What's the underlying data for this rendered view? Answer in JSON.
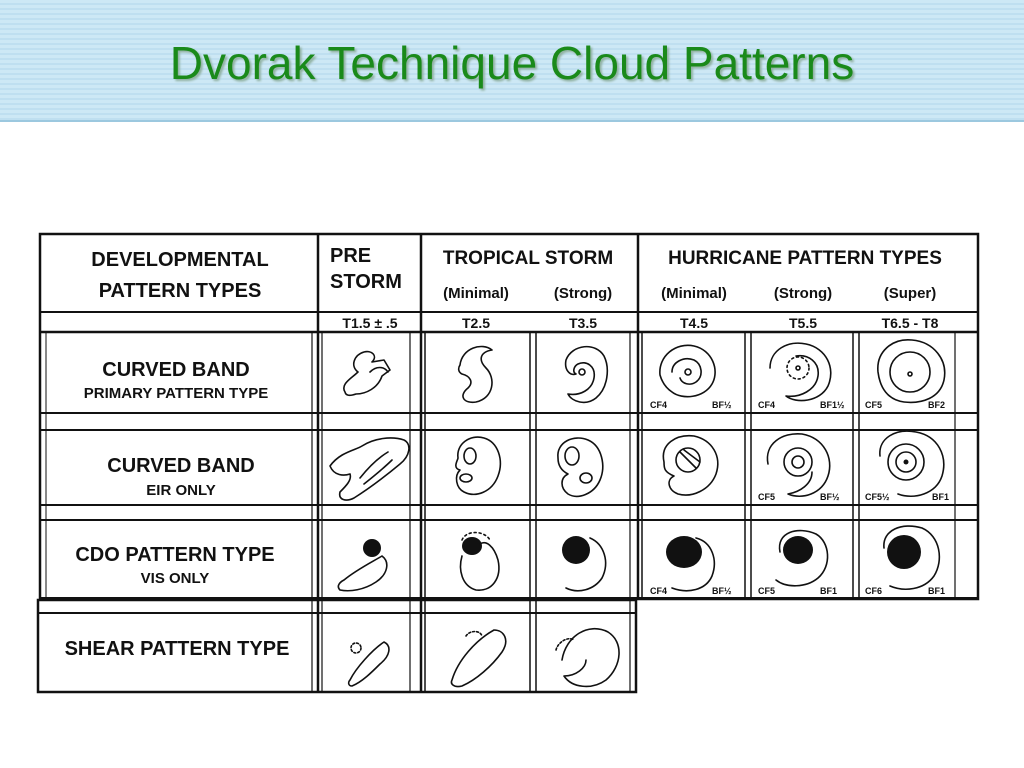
{
  "slide": {
    "title": "Dvorak Technique Cloud Patterns"
  },
  "table": {
    "header": {
      "developmental": [
        "DEVELOPMENTAL",
        "PATTERN TYPES"
      ],
      "prestorm": [
        "PRE",
        "STORM"
      ],
      "tropical_storm": "TROPICAL STORM",
      "hurricane": "HURRICANE PATTERN TYPES",
      "ts_sub": [
        "(Minimal)",
        "(Strong)"
      ],
      "hu_sub": [
        "(Minimal)",
        "(Strong)",
        "(Super)"
      ]
    },
    "tnumbers": [
      "T1.5 ± .5",
      "T2.5",
      "T3.5",
      "T4.5",
      "T5.5",
      "T6.5 - T8"
    ],
    "rows": [
      {
        "name": "CURVED BAND",
        "sub": "PRIMARY PATTERN TYPE",
        "notes": [
          [
            "CF4",
            "BF½"
          ],
          [
            "CF4",
            "BF1½"
          ],
          [
            "CF5",
            "BF2"
          ]
        ]
      },
      {
        "name": "CURVED BAND",
        "sub": "EIR ONLY",
        "notes": [
          [
            "",
            ""
          ],
          [
            "CF5",
            "BF½"
          ],
          [
            "CF5½",
            "BF1"
          ]
        ]
      },
      {
        "name": "CDO PATTERN TYPE",
        "sub": "VIS ONLY",
        "notes": [
          [
            "CF4",
            "BF½"
          ],
          [
            "CF5",
            "BF1"
          ],
          [
            "CF6",
            "BF1"
          ]
        ]
      },
      {
        "name": "SHEAR PATTERN TYPE",
        "sub": ""
      }
    ]
  }
}
